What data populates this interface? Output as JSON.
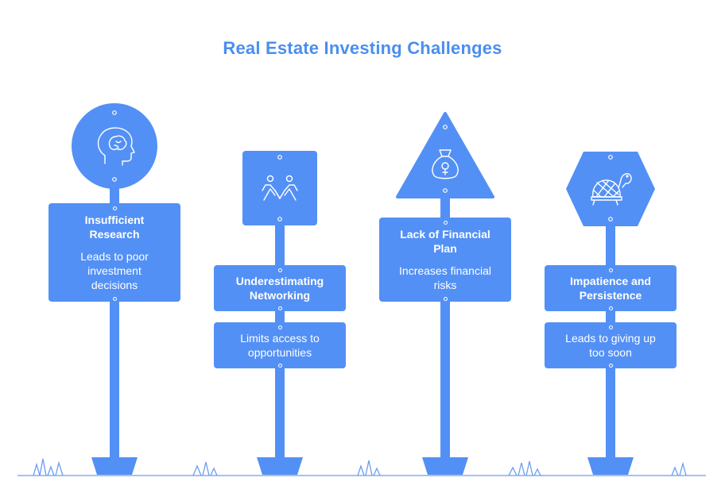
{
  "title": "Real Estate Investing Challenges",
  "signs": [
    {
      "id": "research",
      "shape": "circle",
      "icon": "head-brain-icon",
      "heading": "Insufficient Research",
      "description": "Leads to poor investment decisions"
    },
    {
      "id": "networking",
      "shape": "square",
      "icon": "people-network-icon",
      "heading": "Underestimating Networking",
      "description": "Limits access to opportunities"
    },
    {
      "id": "financial-plan",
      "shape": "triangle",
      "icon": "money-bag-icon",
      "heading": "Lack of Financial Plan",
      "description": "Increases financial risks"
    },
    {
      "id": "patience",
      "shape": "hexagon",
      "icon": "turtle-icon",
      "heading": "Impatience and Persistence",
      "description": "Leads to giving up too soon"
    }
  ],
  "colors": {
    "sign": "#5390f5",
    "title": "#4a8ef0",
    "ground": "#6a9ef2",
    "text": "#ffffff"
  }
}
